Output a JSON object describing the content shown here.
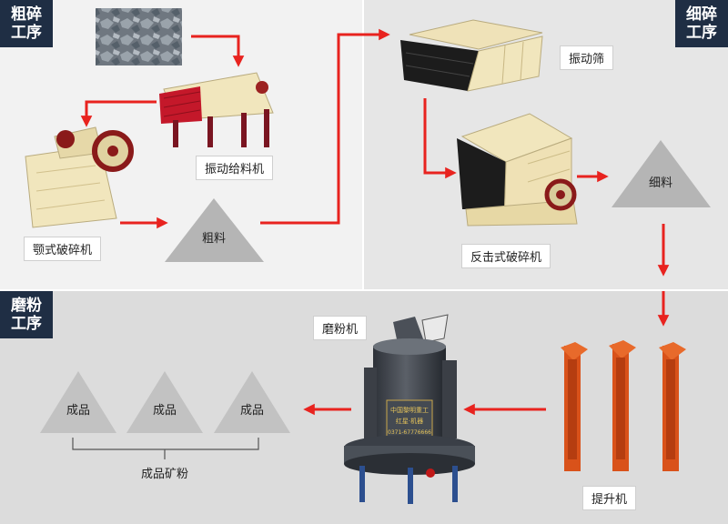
{
  "stages": {
    "coarse": {
      "line1": "粗碎",
      "line2": "工序"
    },
    "fine": {
      "line1": "细碎",
      "line2": "工序"
    },
    "mill": {
      "line1": "磨粉",
      "line2": "工序"
    }
  },
  "equipment": {
    "vibrating_feeder": "振动给料机",
    "jaw_crusher": "颚式破碎机",
    "vibrating_screen": "振动筛",
    "impact_crusher": "反击式破碎机",
    "grinding_mill": "磨粉机",
    "bucket_elevator": "提升机"
  },
  "materials": {
    "coarse": "粗料",
    "fine": "细料",
    "product": "成品",
    "product_powder": "成品矿粉"
  },
  "mill_plate": {
    "line1": "中国黎明重工",
    "line2": "红星·机器",
    "line3": "0371-67776666"
  },
  "colors": {
    "arrow": "#e8231f",
    "tag_bg": "#1f2e44",
    "pile": "#b5b5b5",
    "machine_cream": "#f1e6bd",
    "elevator": "#d9521a"
  }
}
